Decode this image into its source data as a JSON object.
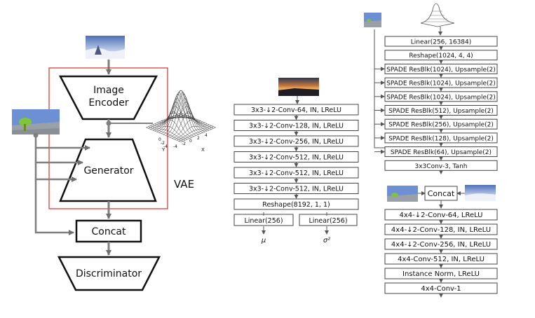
{
  "left": {
    "encoder_line1": "Image",
    "encoder_line2": "Encoder",
    "generator": "Generator",
    "concat": "Concat",
    "discriminator": "Discriminator",
    "vae": "VAE",
    "axis_y": "Y",
    "axis_x": "X",
    "ticks_y": [
      "0",
      "-2",
      "-4"
    ],
    "ticks_x": [
      "-4",
      "-2",
      "0",
      "2",
      "4"
    ]
  },
  "encoder": {
    "layers": [
      "3x3-↓2-Conv-64, IN, LReLU",
      "3x3-↓2-Conv-128, IN, LReLU",
      "3x3-↓2-Conv-256, IN, LReLU",
      "3x3-↓2-Conv-512, IN, LReLU",
      "3x3-↓2-Conv-512, IN, LReLU",
      "3x3-↓2-Conv-512, IN, LReLU",
      "Reshape(8192, 1, 1)"
    ],
    "heads": [
      "Linear(256)",
      "Linear(256)"
    ],
    "outputs": [
      "μ",
      "σ²"
    ]
  },
  "generator": {
    "layers": [
      "Linear(256, 16384)",
      "Reshape(1024, 4, 4)",
      "SPADE ResBlk(1024), Upsample(2)",
      "SPADE ResBlk(1024), Upsample(2)",
      "SPADE ResBlk(1024), Upsample(2)",
      "SPADE ResBlk(512), Upsample(2)",
      "SPADE ResBlk(256), Upsample(2)",
      "SPADE ResBlk(128), Upsample(2)",
      "SPADE ResBlk(64), Upsample(2)",
      "3x3Conv-3, Tanh"
    ]
  },
  "discriminator": {
    "concat": "Concat",
    "layers": [
      "4x4-↓2-Conv-64, LReLU",
      "4x4-↓2-Conv-128, IN, LReLU",
      "4x4-↓2-Conv-256, IN, LReLU",
      "4x4-Conv-512, IN, LReLU",
      "Instance Norm, LReLU",
      "4x4-Conv-1"
    ]
  },
  "colors": {
    "vae_box": "#d9302c",
    "arrows": "#7f7f7f",
    "box_border": "#444444"
  }
}
